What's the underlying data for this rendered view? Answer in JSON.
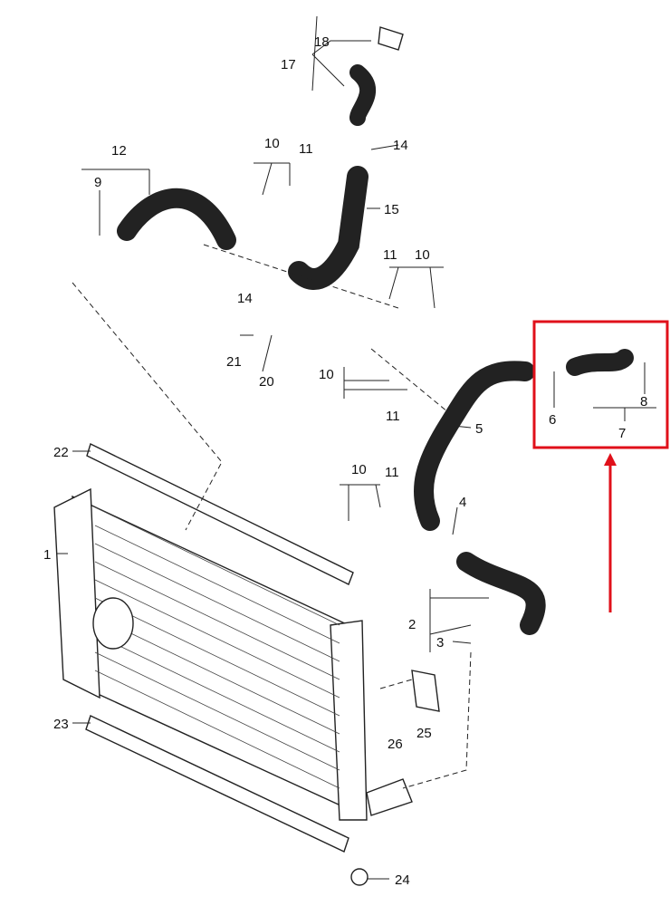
{
  "diagram": {
    "title": "Intercooler and charge air hoses",
    "highlight_color": "#e0101a",
    "callouts": [
      "18",
      "17",
      "14",
      "10",
      "11",
      "15",
      "12",
      "9",
      "14",
      "21",
      "20",
      "11",
      "10",
      "10",
      "11",
      "5",
      "6",
      "8",
      "7",
      "22",
      "10",
      "11",
      "4",
      "1",
      "2",
      "3",
      "23",
      "26",
      "25",
      "24"
    ]
  }
}
